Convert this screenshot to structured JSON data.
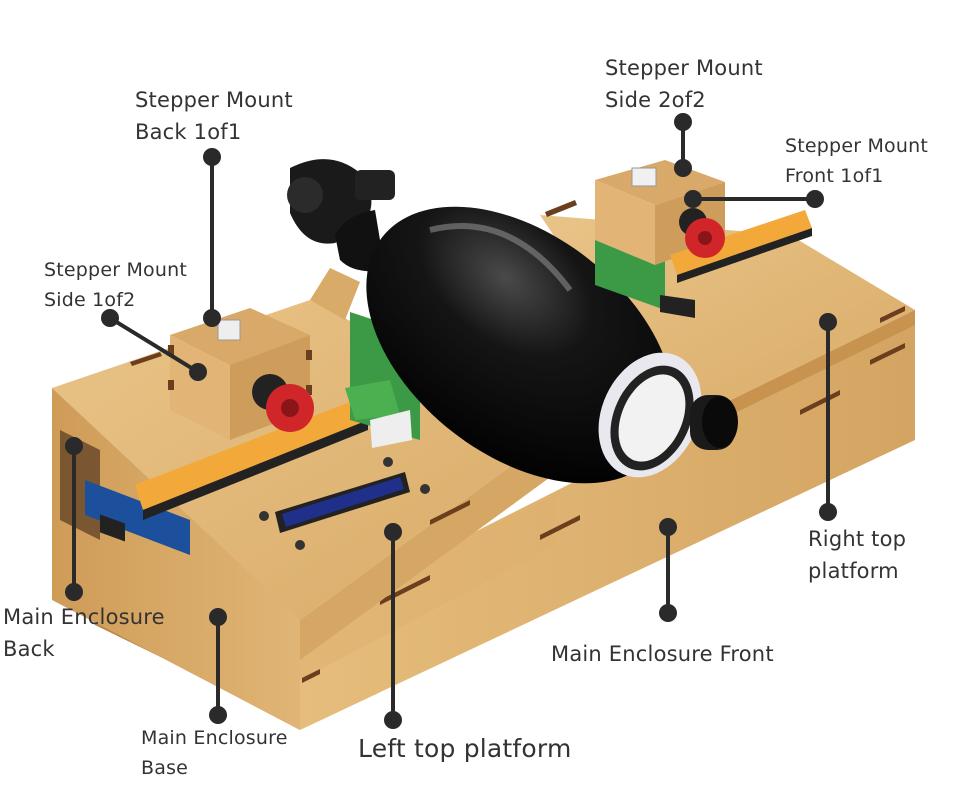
{
  "callouts": {
    "stepper_back": [
      "Stepper Mount",
      "Back 1of1"
    ],
    "stepper_side1": [
      "Stepper Mount",
      "Side 1of2"
    ],
    "stepper_side2": [
      "Stepper Mount",
      "Side 2of2"
    ],
    "stepper_front": [
      "Stepper Mount",
      "Front 1of1"
    ],
    "right_top": [
      "Right top",
      "platform"
    ],
    "enclosure_back": [
      "Main Enclosure",
      "Back"
    ],
    "enclosure_base": [
      "Main Enclosure",
      "Base"
    ],
    "left_top": "Left top platform",
    "enclosure_front": "Main Enclosure Front"
  },
  "colors": {
    "wood": "#e2b878",
    "wood_dark": "#c8934f",
    "rack": "#f2a93a",
    "gear": "#d0262a",
    "green": "#3c9a47",
    "bag": "#0a0a0a",
    "lcd": "#1f2f8a",
    "board": "#1c4f9c",
    "leader": "#2a2a2a"
  }
}
